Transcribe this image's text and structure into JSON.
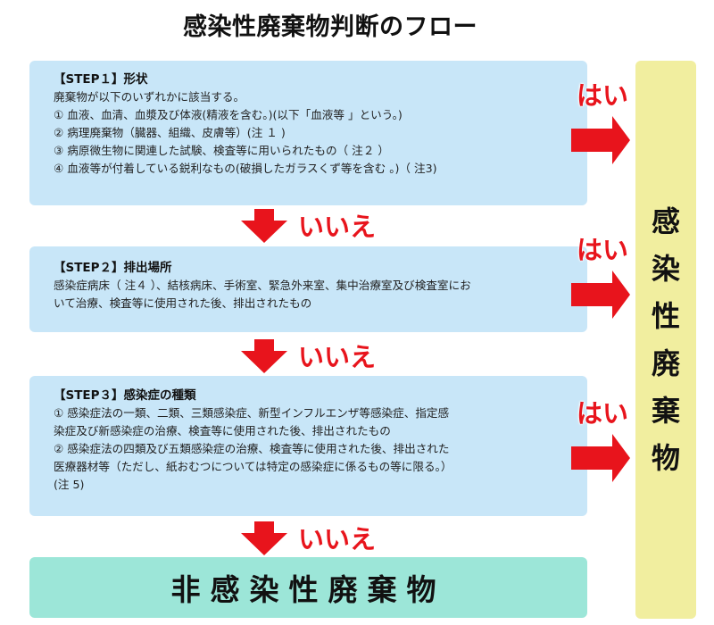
{
  "title": "感染性廃棄物判断のフロー",
  "colors": {
    "step_bg": "#c8e6f8",
    "final_bg": "#9ce6d8",
    "yes_bg": "#f1ee9f",
    "arrow": "#e8141c"
  },
  "steps": [
    {
      "heading": "【STEP１】形状",
      "lines": [
        "廃棄物が以下のいずれかに該当する。",
        "① 血液、血清、血漿及び体液(精液を含む。)(以下「血液等 」という。)",
        "② 病理廃棄物（臓器、組織、皮膚等）(注 １ )",
        "③ 病原微生物に関連した試験、検査等に用いられたもの（ 注２ ）",
        "④ 血液等が付着している鋭利なもの(破損したガラスくず等を含む 。)（ 注3)"
      ]
    },
    {
      "heading": "【STEP２】排出場所",
      "lines": [
        "感染症病床（ 注４ ）、結核病床、手術室、緊急外来室、集中治療室及び検査室にお",
        "いて治療、検査等に使用された後、排出されたもの"
      ]
    },
    {
      "heading": "【STEP３】感染症の種類",
      "lines": [
        "① 感染症法の一類、二類、三類感染症、新型インフルエンザ等感染症、指定感",
        "染症及び新感染症の治療、検査等に使用された後、排出されたもの",
        "② 感染症法の四類及び五類感染症の治療、検査等に使用された後、排出された",
        "医療器材等（ただし、紙おむつについては特定の感染症に係るもの等に限る。）",
        "(注 5)"
      ]
    }
  ],
  "yes_label": "はい",
  "no_label": "いいえ",
  "yes_result": [
    "感",
    "染",
    "性",
    "廃",
    "棄",
    "物"
  ],
  "no_result": "非感染性廃棄物",
  "icons": {
    "down": "arrow-down-icon",
    "right": "arrow-right-icon"
  }
}
